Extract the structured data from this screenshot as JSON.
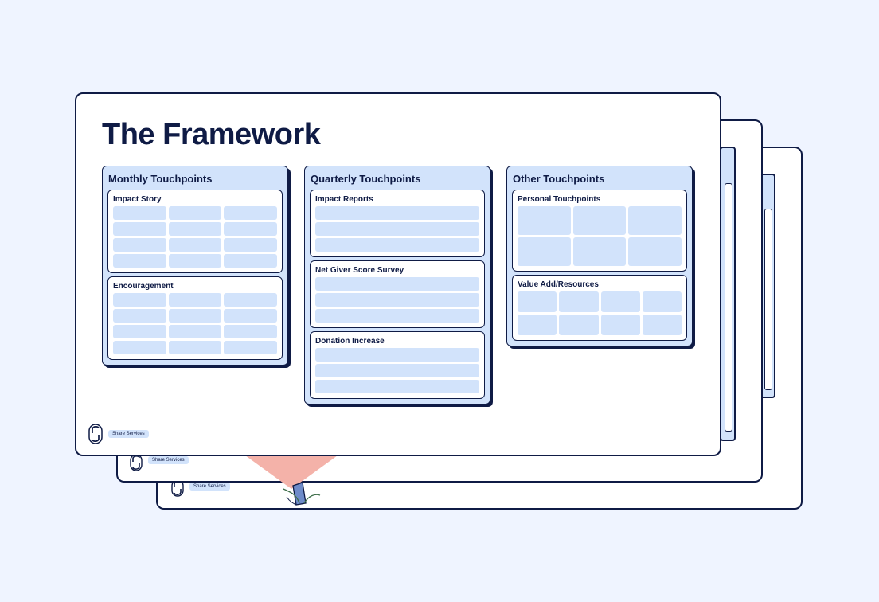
{
  "title": "The Framework",
  "footer": {
    "badge_label": "Share Services"
  },
  "colors": {
    "background": "#EFF4FF",
    "ink": "#0F1B45",
    "accent": "#D2E3FB",
    "coral": "#F4B2A9"
  },
  "columns": [
    {
      "title": "Monthly Touchpoints",
      "sections": [
        {
          "title": "Impact Story",
          "cols": 3,
          "rows": 4
        },
        {
          "title": "Encouragement",
          "cols": 3,
          "rows": 4
        }
      ]
    },
    {
      "title": "Quarterly Touchpoints",
      "sections": [
        {
          "title": "Impact Reports",
          "cols": 1,
          "rows": 3
        },
        {
          "title": "Net Giver Score Survey",
          "cols": 1,
          "rows": 3
        },
        {
          "title": "Donation Increase",
          "cols": 1,
          "rows": 3
        }
      ]
    },
    {
      "title": "Other Touchpoints",
      "sections": [
        {
          "title": "Personal Touchpoints",
          "cols": 3,
          "rows": 2
        },
        {
          "title": "Value Add/Resources",
          "cols": 4,
          "rows": 2
        }
      ]
    }
  ]
}
